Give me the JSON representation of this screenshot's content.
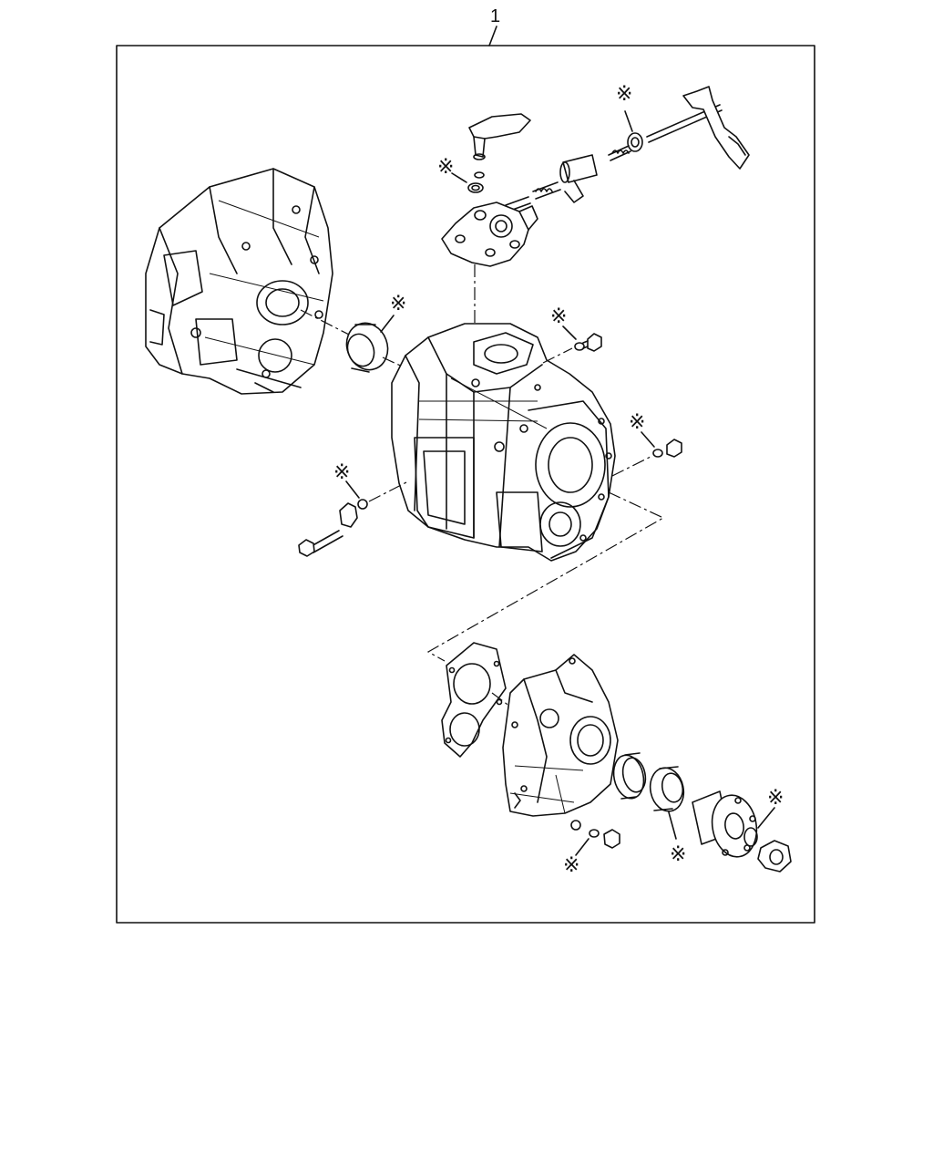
{
  "diagram": {
    "item_number": "1",
    "replace_mark": "※",
    "colors": {
      "line": "#111111",
      "background": "#ffffff"
    },
    "parts": [
      "clutch-housing",
      "oil-seal",
      "transmission-case",
      "shift-control-housing",
      "shift-rod-assembly",
      "shift-lever",
      "plug-bolt",
      "drain-bolt",
      "check-bolt",
      "gasket",
      "transfer-adapter-housing",
      "bearing",
      "companion-flange",
      "lock-nut"
    ]
  }
}
